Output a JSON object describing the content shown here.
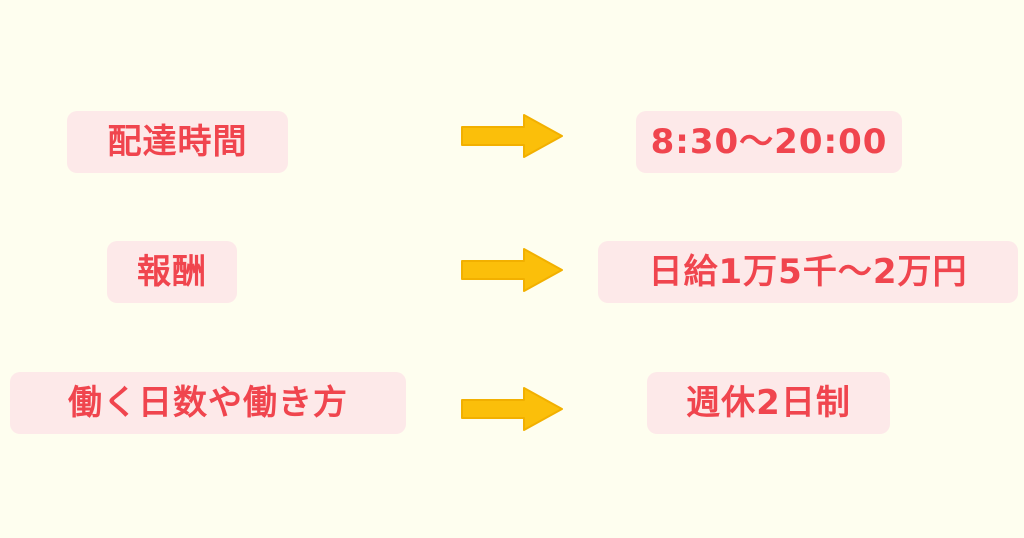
{
  "rows": [
    {
      "label": "配達時間",
      "value": "8:30～20:00"
    },
    {
      "label": "報酬",
      "value": "日給1万5千～2万円"
    },
    {
      "label": "働く日数や働き方",
      "value": "週休2日制"
    }
  ],
  "colors": {
    "background": "#fefeef",
    "pill_background": "#fde9e9",
    "text": "#f0454e",
    "arrow": "#fbbf0a"
  },
  "icons": [
    "arrow-right-icon"
  ]
}
